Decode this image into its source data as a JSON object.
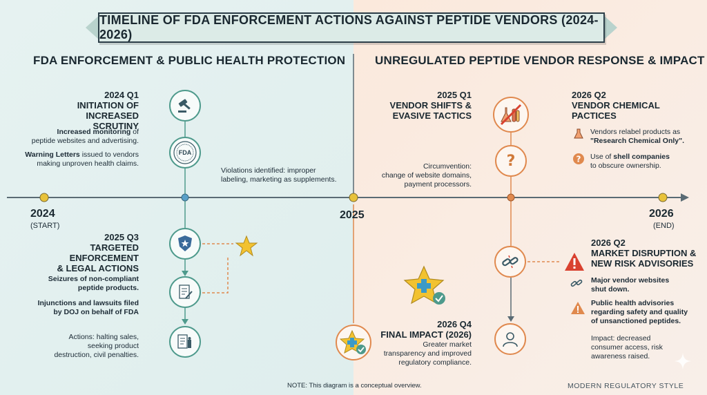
{
  "title": "TIMELINE OF FDA ENFORCEMENT ACTIONS AGAINST PEPTIDE VENDORS (2024-2026)",
  "left_section": "FDA ENFORCEMENT & PUBLIC HEALTH PROTECTION",
  "right_section": "UNREGULATED PEPTIDE VENDOR RESPONSE & IMPACT",
  "years": {
    "y2024": "2024",
    "y2024_sub": "(START)",
    "y2025": "2025",
    "y2026": "2026",
    "y2026_sub": "(END)"
  },
  "events": {
    "q1_2024": {
      "period": "2024 Q1",
      "title1": "INITIATION OF",
      "title2": "INCREASED SCRUTINY",
      "d1_bold": "Increased monitoring",
      "d1_rest": " of",
      "d1_line2": "peptide websites and advertising.",
      "d2_bold": "Warning Letters",
      "d2_rest": " issued to vendors",
      "d2_line2": "making unproven health claims.",
      "violations_l1": "Violations identified: improper",
      "violations_l2": "labeling, marketing as supplements."
    },
    "q3_2025": {
      "period": "2025 Q3",
      "title1": "TARGETED ENFORCEMENT",
      "title2": "& LEGAL ACTIONS",
      "d1_l1": "Seizures of non-compliant",
      "d1_l2": "peptide products.",
      "d2_l1": "Injunctions and lawsuits filed",
      "d2_l2": "by DOJ on behalf of FDA",
      "actions_l1": "Actions: halting sales,",
      "actions_l2": "seeking product",
      "actions_l3": "destruction, civil penalties."
    },
    "q1_2025": {
      "period": "2025 Q1",
      "title1": "VENDOR SHIFTS &",
      "title2": "EVASIVE TACTICS",
      "c_l1": "Circumvention:",
      "c_l2": "change of website domains,",
      "c_l3": "payment processors."
    },
    "q2_2026a": {
      "period": "2026 Q2",
      "title1": "VENDOR CHEMICAL",
      "title2": "PACTICES",
      "d1_l1": "Vendors relabel products as",
      "d1_l2": "\"Research Chemical Only\".",
      "d2_l1_pre": "Use of ",
      "d2_l1_bold": "shell companies",
      "d2_l2": "to obscure ownership."
    },
    "q2_2026b": {
      "period": "2026 Q2",
      "title1": "MARKET DISRUPTION &",
      "title2": "NEW RISK ADVISORIES",
      "d1_l1": "Major vendor websites",
      "d1_l2": "shut down.",
      "d2_l1": "Public health advisories",
      "d2_l2": "regarding safety and quality",
      "d2_l3": "of unsanctioned peptides.",
      "impact_l1": "Impact: decreased",
      "impact_l2": "consumer access, risk",
      "impact_l3": "awareness raised."
    },
    "q4_2026": {
      "period": "2026 Q4",
      "title": "FINAL IMPACT (2026)",
      "d_l1": "Greater market",
      "d_l2": "transparency and improved",
      "d_l3": "regulatory compliance."
    }
  },
  "icons": {
    "fda_seal_text": "FDA"
  },
  "note": "NOTE: This diagram is a conceptual overview.",
  "style_tag": "MODERN REGULATORY STYLE",
  "colors": {
    "teal": "#4e9a8c",
    "orange": "#e0894e",
    "gold": "#e8c23a",
    "red": "#d9412f",
    "axis": "#5a6b74"
  }
}
